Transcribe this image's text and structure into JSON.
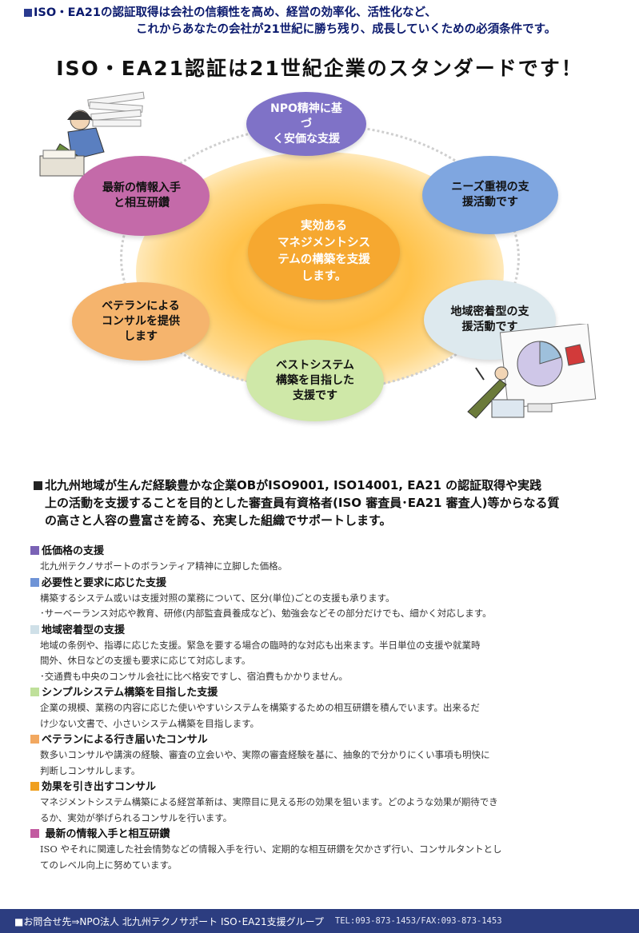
{
  "header": {
    "line1": "ISO・EA21の認証取得は会社の信頼性を高め、経営の効率化、活性化など、",
    "line2": "これからあなたの会社が21世紀に勝ち残り、成長していくための必須条件です。"
  },
  "headline": "ISO・EA21認証は21世紀企業のスタンダードです！",
  "diagram": {
    "center": [
      "実効ある",
      "マネジメントシス",
      "テムの構築を支援",
      "します。"
    ],
    "top": [
      "NPO精神に基づ",
      "く安価な支援"
    ],
    "right": [
      "ニーズ重視の支",
      "援活動です"
    ],
    "right_lower": [
      "地域密着型の支",
      "援活動です"
    ],
    "bottom": [
      "ベストシステム",
      "構築を目指した",
      "支援です"
    ],
    "left_lower": [
      "ベテランによる",
      "コンサルを提供",
      "します"
    ],
    "left": [
      "最新の情報入手",
      "と相互研鑽"
    ],
    "colors": {
      "top": "#7f72c7",
      "right": "#7fa6e0",
      "left": "#c46aa9",
      "center": "#f6a830",
      "right_lower": "#dde9ee",
      "left_lower": "#f5b46d",
      "bottom": "#cfe8a8"
    }
  },
  "intro": {
    "line1": "北九州地域が生んだ経験豊かな企業OBがISO9001, ISO14001, EA21 の認証取得や実践",
    "line2": "上の活動を支援することを目的とした審査員有資格者(ISO 審査員･EA21 審査人)等からなる質",
    "line3": "の高さと人容の豊富さを誇る、充実した組織でサポートします。"
  },
  "sections": [
    {
      "title": "低価格の支援",
      "color": "#7a62b5",
      "lines": [
        "北九州テクノサポートのボランティア精神に立脚した価格。"
      ]
    },
    {
      "title": "必要性と要求に応じた支援",
      "color": "#6e93d6",
      "lines": [
        "構築するシステム或いは支援対照の業務について、区分(単位)ごとの支援も承ります。",
        "･サーベーランス対応や教育、研修(内部監査員養成など)、勉強会などその部分だけでも、細かく対応します。"
      ]
    },
    {
      "title": "地域密着型の支援",
      "color": "#cfe0e8",
      "lines": [
        "地域の条例や、指導に応じた支援。緊急を要する場合の臨時的な対応も出来ます。半日単位の支援や就業時",
        "間外、休日などの支援も要求に応じて対応します。",
        "･交通費も中央のコンサル会社に比べ格安ですし、宿泊費もかかりません。"
      ]
    },
    {
      "title": "シンプルシステム構築を目指した支援",
      "color": "#bfe09a",
      "lines": [
        "企業の規模、業務の内容に応じた使いやすいシステムを構築するための相互研鑽を積んでいます。出来るだ",
        "け少ない文書で、小さいシステム構築を目指します。"
      ]
    },
    {
      "title": "ベテランによる行き届いたコンサル",
      "color": "#f2a860",
      "lines": [
        "数多いコンサルや講演の経験、審査の立会いや、実際の審査経験を基に、抽象的で分かりにくい事項も明快に",
        "判断しコンサルします。"
      ]
    },
    {
      "title": "効果を引き出すコンサル",
      "color": "#f0a020",
      "lines": [
        "マネジメントシステム構築による経営革新は、実際目に見える形の効果を狙います。どのような効果が期待でき",
        "るか、実効が挙げられるコンサルを行います。"
      ]
    },
    {
      "title": " 最新の情報入手と相互研鑽",
      "color": "#c25aa0",
      "lines": [
        "ISO やそれに関連した社会情勢などの情報入手を行い、定期的な相互研鑽を欠かさず行い、コンサルタントとし",
        "てのレベル向上に努めています。"
      ]
    }
  ],
  "footer": {
    "contact": "■お問合せ先⇒NPO法人 北九州テクノサポート ISO･EA21支援グループ",
    "tel": "TEL:093-873-1453/FAX:093-873-1453"
  }
}
